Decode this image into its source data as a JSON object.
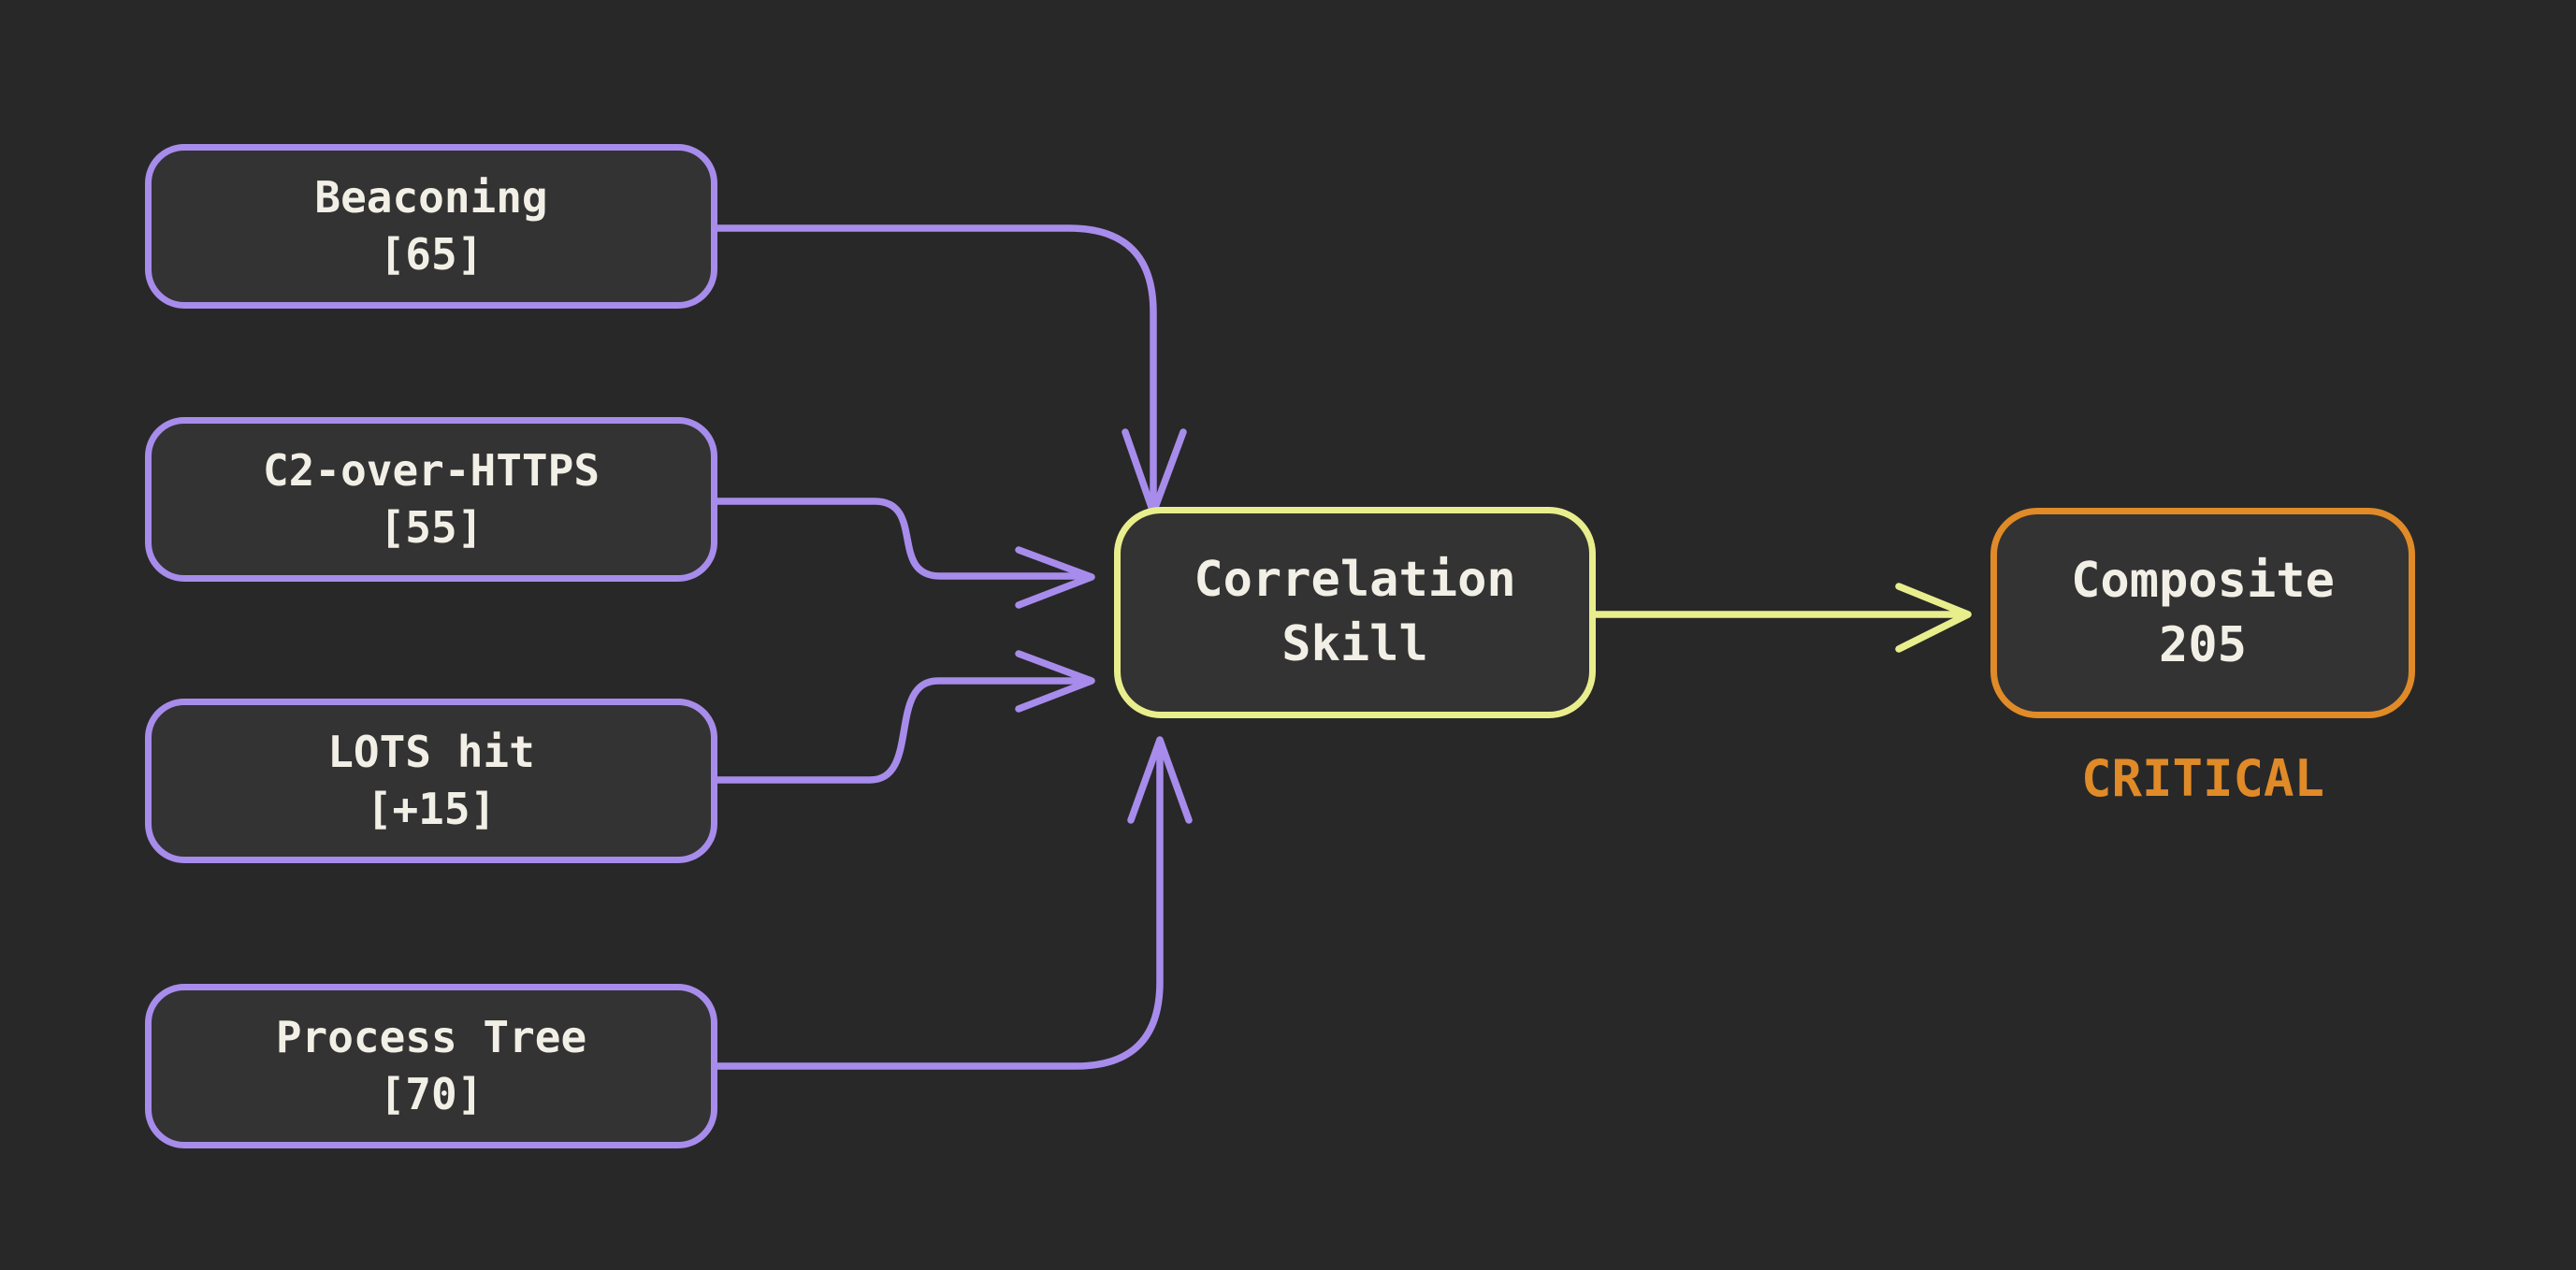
{
  "colors": {
    "background": "#282828",
    "node_fill": "#333333",
    "input_border": "#a78ceb",
    "center_border": "#e9ee8d",
    "output_border": "#e08a28",
    "input_arrow": "#a78ceb",
    "output_arrow": "#e9ee8d",
    "text": "#f2f0e6",
    "severity_text": "#e08a28"
  },
  "nodes": {
    "inputs": [
      {
        "id": "beaconing",
        "lines": [
          "Beaconing",
          "[65]"
        ]
      },
      {
        "id": "c2-over-https",
        "lines": [
          "C2-over-HTTPS",
          "[55]"
        ]
      },
      {
        "id": "lots-hit",
        "lines": [
          "LOTS hit",
          "[+15]"
        ]
      },
      {
        "id": "process-tree",
        "lines": [
          "Process Tree",
          "[70]"
        ]
      }
    ],
    "center": {
      "id": "correlation-skill",
      "lines": [
        "Correlation",
        "Skill"
      ]
    },
    "output": {
      "id": "composite",
      "lines": [
        "Composite",
        "205"
      ]
    }
  },
  "severity_label": "CRITICAL"
}
